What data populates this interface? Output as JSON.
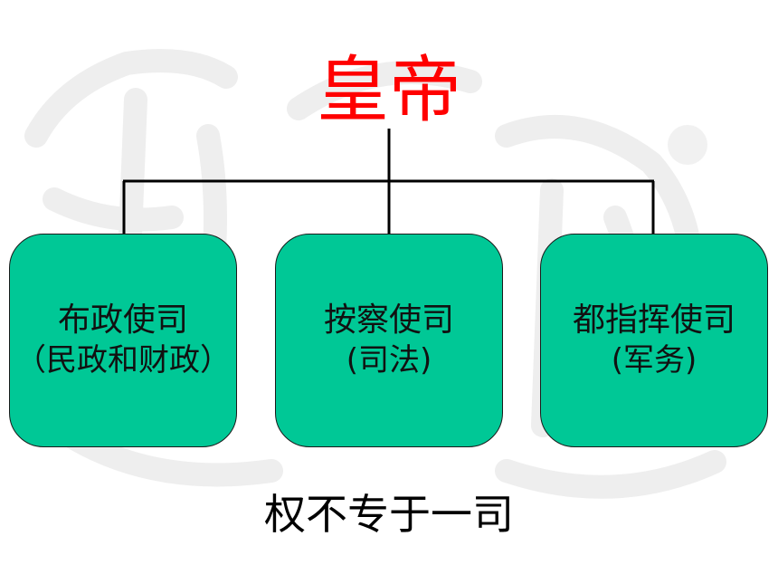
{
  "title": "皇帝",
  "colors": {
    "title": "#ff0000",
    "box_fill": "#00c896",
    "lines": "#000000"
  },
  "departments": [
    {
      "name": "布政使司",
      "role": "（民政和财政）"
    },
    {
      "name": "按察使司",
      "role": "(司法)"
    },
    {
      "name": "都指挥使司",
      "role": "(军务)"
    }
  ],
  "caption": "权不专于一司"
}
